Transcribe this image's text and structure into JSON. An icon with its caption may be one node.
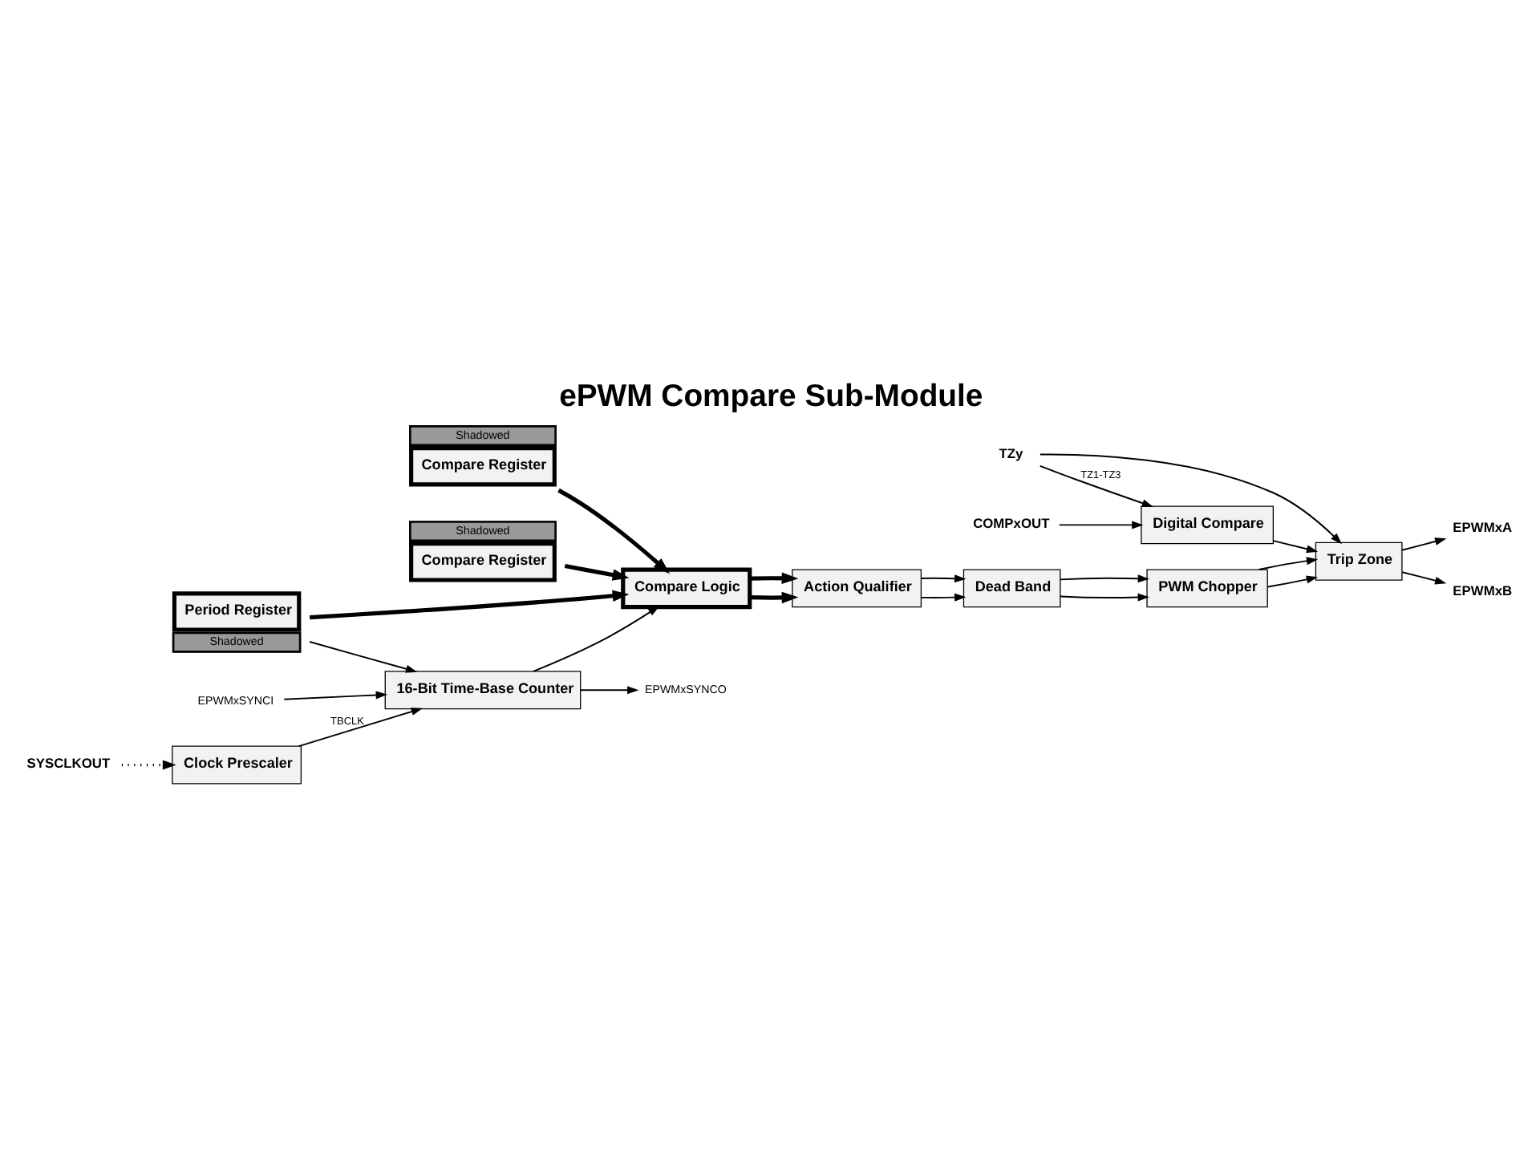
{
  "diagram": {
    "title": "ePWM Compare Sub-Module",
    "nodes": [
      {
        "text": [
          "Clock Prescaler"
        ]
      },
      {
        "text": [
          "Compare Register"
        ],
        "beside": [
          "Shadowed"
        ]
      },
      {
        "text": [
          "Compare Register"
        ],
        "beside": [
          "Shadowed"
        ]
      },
      {
        "text": [
          "16-Bit Time-Base Counter"
        ]
      },
      {
        "text": [
          "Compare Logic"
        ]
      },
      {
        "text": [
          "Action Qualifier"
        ]
      },
      {
        "text": [
          "Dead Band"
        ]
      },
      {
        "text": [
          "EPWMxSYNCI"
        ]
      },
      {
        "text": [
          "EPWMxSYNCO"
        ]
      },
      {
        "text": [
          "Period Register"
        ],
        "beside": [
          "Shadowed"
        ]
      },
      {
        "text": [
          "PWM Chopper"
        ]
      },
      {
        "text": [
          "Trip Zone"
        ]
      },
      {
        "text": [
          "EPWMxA"
        ]
      },
      {
        "text": [
          "EPWMxB"
        ]
      },
      {
        "text": [
          "TZy"
        ]
      },
      {
        "text": [
          "Digital Compare"
        ]
      },
      {
        "text": [
          "COMPxOUT"
        ]
      },
      {
        "text": [
          "SYSCLKOUT"
        ]
      }
    ],
    "edges": [
      {
        "from": 17,
        "to": 0,
        "arrow": "to",
        "style": "dashed"
      },
      {
        "from": 0,
        "to": 3,
        "arrow": "to",
        "label": "TBCLK"
      },
      {
        "from": 7,
        "to": 3,
        "arrow": "to"
      },
      {
        "from": 3,
        "to": 8,
        "arrow": "to"
      },
      {
        "from": 3,
        "to": 4,
        "arrow": "to"
      },
      {
        "from": 9,
        "to": 3,
        "arrow": "to"
      },
      {
        "from": 1,
        "to": 4,
        "arrow": "to",
        "style": "thick"
      },
      {
        "from": 2,
        "to": 4,
        "arrow": "to",
        "style": "thick"
      },
      {
        "from": 9,
        "to": 4,
        "arrow": "to",
        "style": "thick"
      },
      {
        "from": 4,
        "to": 5,
        "arrow": "to",
        "style": "thick"
      },
      {
        "from": 4,
        "to": 5,
        "arrow": "to",
        "style": "thick"
      },
      {
        "from": 5,
        "to": 6,
        "arrow": "to"
      },
      {
        "from": 5,
        "to": 6,
        "arrow": "to"
      },
      {
        "from": 6,
        "to": 10,
        "arrow": "to"
      },
      {
        "from": 6,
        "to": 10,
        "arrow": "to"
      },
      {
        "from": 10,
        "to": 11,
        "arrow": "to"
      },
      {
        "from": 10,
        "to": 11,
        "arrow": "to"
      },
      {
        "from": 11,
        "to": 12,
        "arrow": "to"
      },
      {
        "from": 11,
        "to": 13,
        "arrow": "to"
      },
      {
        "from": 15,
        "to": 11,
        "arrow": "to"
      },
      {
        "from": 14,
        "to": 11,
        "arrow": "to"
      },
      {
        "from": 14,
        "to": 15,
        "arrow": "to",
        "label": "TZ1-TZ3"
      },
      {
        "from": 16,
        "to": 15,
        "arrow": "to"
      }
    ]
  }
}
